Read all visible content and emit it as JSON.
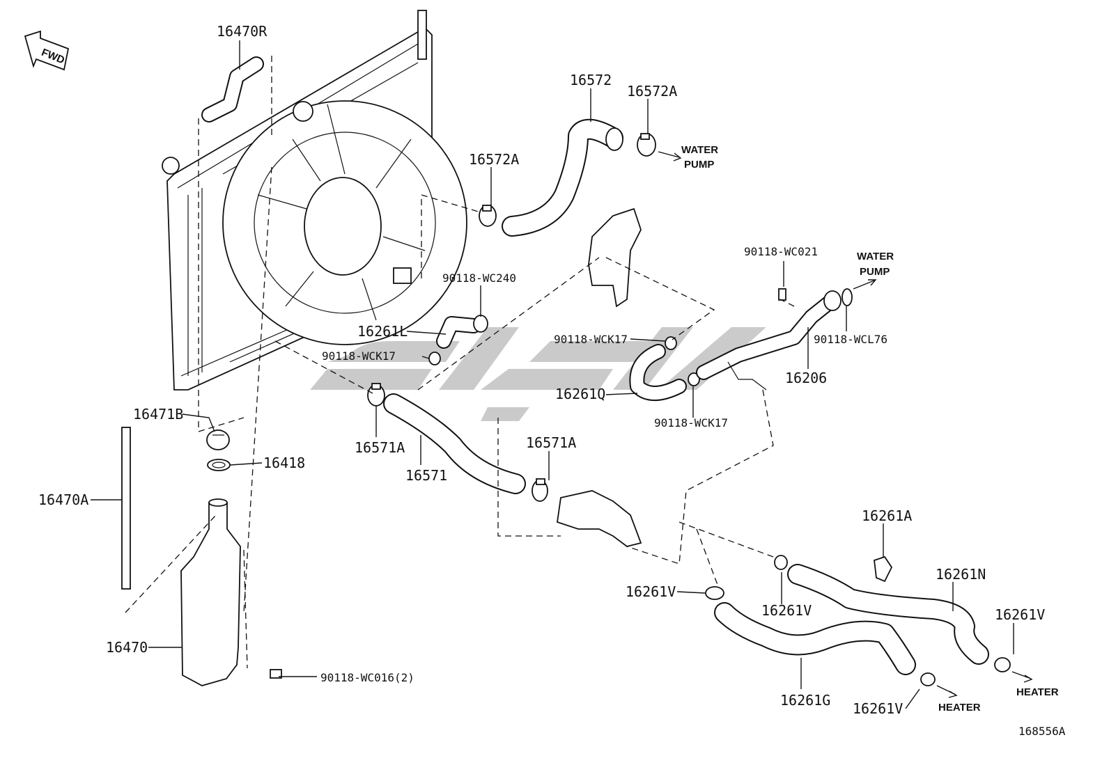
{
  "fwd_label": "FWD",
  "part_labels": {
    "l16470R": "16470R",
    "l16572": "16572",
    "l16572A_top": "16572A",
    "l16572A_left": "16572A",
    "l90118_WC240": "90118-WC240",
    "l16261L": "16261L",
    "l90118_WCK17_a": "90118-WCK17",
    "l90118_WCK17_b": "90118-WCK17",
    "l90118_WCK17_c": "90118-WCK17",
    "l90118_WC021": "90118-WC021",
    "l90118_WCL76": "90118-WCL76",
    "l16206": "16206",
    "l16261Q": "16261Q",
    "l16471B": "16471B",
    "l16418": "16418",
    "l16571A_left": "16571A",
    "l16571A_right": "16571A",
    "l16571": "16571",
    "l16470A": "16470A",
    "l16470": "16470",
    "l90118_WC016": "90118-WC016(2)",
    "l16261A": "16261A",
    "l16261N": "16261N",
    "l16261V_a": "16261V",
    "l16261V_b": "16261V",
    "l16261V_c": "16261V",
    "l16261V_d": "16261V",
    "l16261G": "16261G"
  },
  "notes": {
    "water_pump_top": [
      "WATER",
      "PUMP"
    ],
    "water_pump_right": [
      "WATER",
      "PUMP"
    ],
    "heater_a": "HEATER",
    "heater_b": "HEATER"
  },
  "diagram_id": "168556A",
  "watermark_text": "clsk",
  "icons": [
    "fwd-arrow-icon",
    "arrow-right-icon"
  ]
}
